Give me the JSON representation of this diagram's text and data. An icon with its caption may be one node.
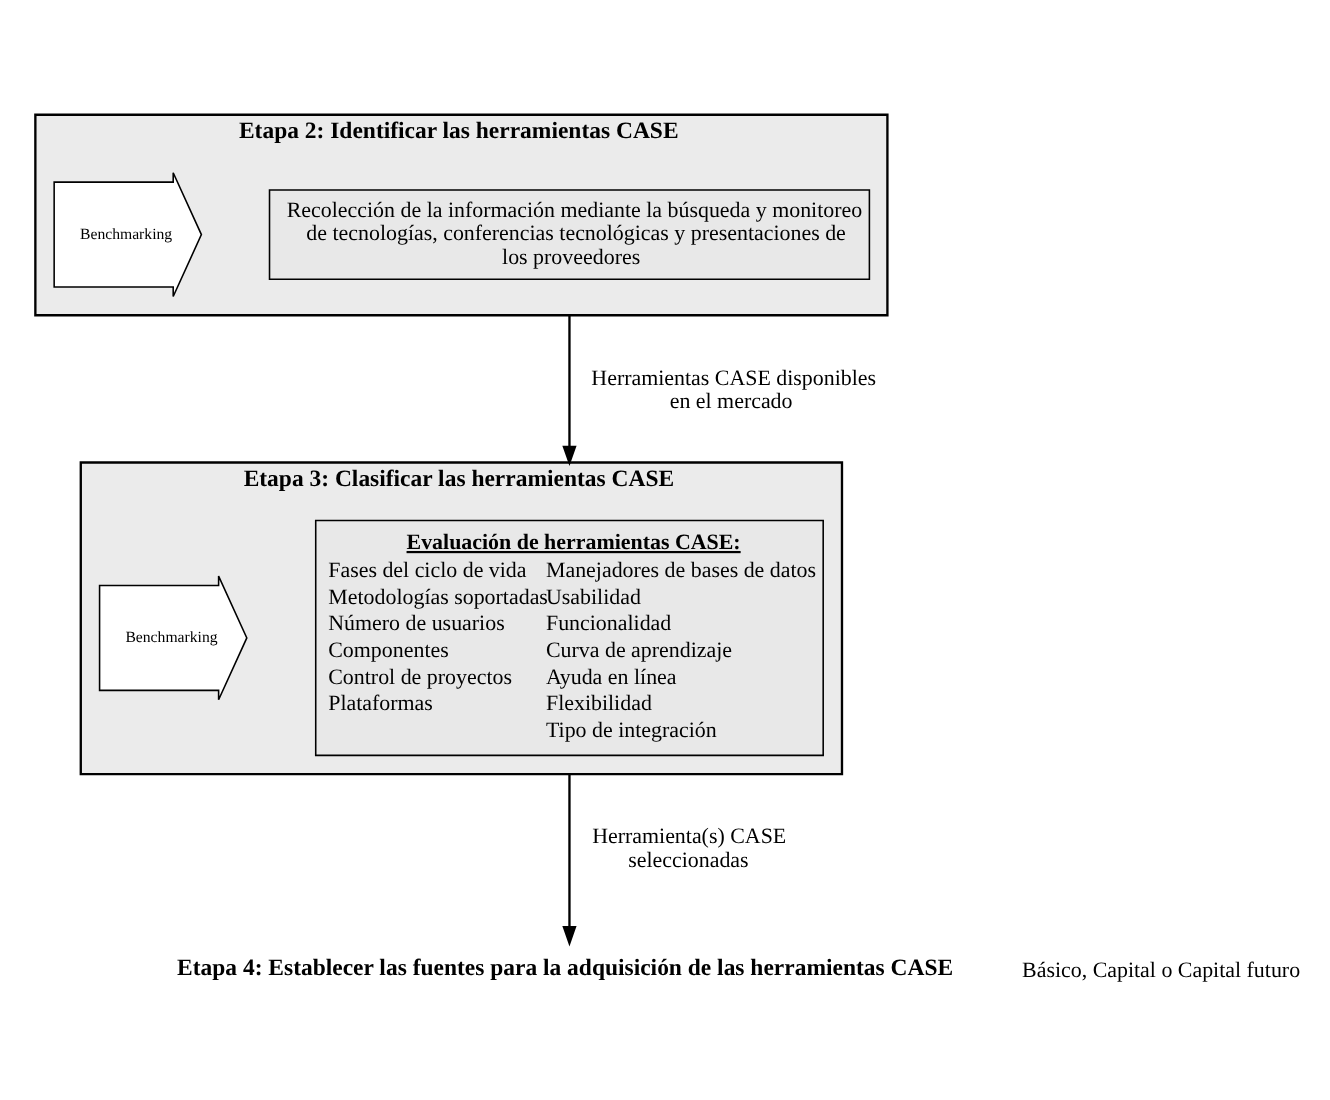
{
  "diagram": {
    "nodes": [
      {
        "text": [
          "Etapa 2: Identificar las herramientas CASE"
        ]
      },
      {
        "text": [
          "Benchmarking"
        ],
        "in": 0
      },
      {
        "text": [
          "Recolección de la información mediante la búsqueda y monitoreo de tecnologías, conferencias tecnológicas y presentaciones de los proveedores"
        ],
        "in": 0
      },
      {
        "text": [
          "Etapa 3: Clasificar las herramientas CASE"
        ]
      },
      {
        "text": [
          "Benchmarking"
        ],
        "in": 3
      },
      {
        "text": [
          "Evaluación de herramientas CASE:",
          "Fases del ciclo de vida",
          "Metodologías soportadas",
          "Número de usuarios",
          "Componentes",
          "Control de proyectos",
          "Plataformas",
          "Manejadores de bases de datos",
          "Usabilidad",
          "Funcionalidad",
          "Curva de aprendizaje",
          "Ayuda en línea",
          "Flexibilidad",
          "Tipo de integración"
        ],
        "in": 3
      },
      {
        "text": [
          "Etapa 4: Establecer las fuentes para la adquisición de las herramientas CASE"
        ]
      }
    ],
    "edges": [
      {
        "from": 0,
        "to": 3,
        "arrow": "to",
        "label": "Herramientas CASE disponibles en el mercado"
      },
      {
        "from": 3,
        "to": 6,
        "arrow": "to",
        "label": "Herramienta(s) CASE seleccionadas"
      }
    ],
    "labels": [
      "Básico, Capital o Capital futuro"
    ]
  }
}
